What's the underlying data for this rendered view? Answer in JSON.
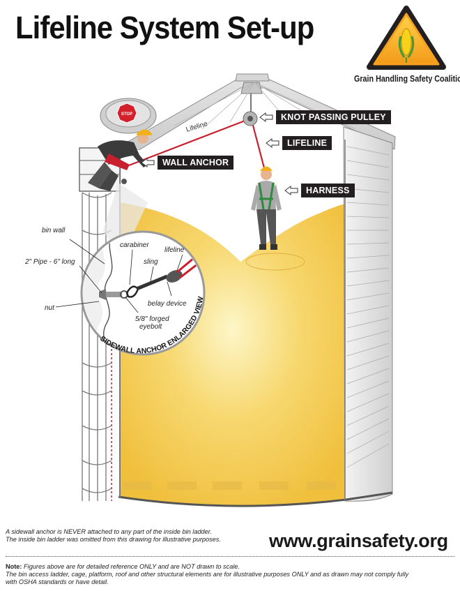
{
  "title": "Lifeline System Set-up",
  "organization": "Grain Handling Safety Coalition",
  "callouts": {
    "knot_passing_pulley": "KNOT PASSING PULLEY",
    "lifeline": "LIFELINE",
    "wall_anchor": "WALL ANCHOR",
    "harness": "HARNESS"
  },
  "rope_label": "Lifeline",
  "stop_sign": "STOP",
  "detail": {
    "title": "SIDEWALL ANCHOR ENLARGED VIEW",
    "labels": {
      "bin_wall": "bin wall",
      "pipe": "2\" Pipe - 6\" long",
      "nut": "nut",
      "carabiner": "carabiner",
      "sling": "sling",
      "lifeline": "lifeline",
      "belay_device": "belay device",
      "eyebolt_line1": "5/8\" forged",
      "eyebolt_line2": "eyebolt"
    }
  },
  "footer": {
    "line1": "A sidewall anchor is NEVER attached to any part of the inside bin ladder.",
    "line2": "The inside bin ladder was omitted from this drawing for illustrative purposes.",
    "website": "www.grainsafety.org",
    "note_label": "Note:",
    "note_line1": " Figures above are for detailed reference ONLY and are NOT drawn to scale.",
    "note_line2": "The bin access ladder, cage, platform, roof and other structural elements are for illustrative purposes ONLY and as drawn may not comply fully",
    "note_line3": "with OSHA standards or have detail."
  },
  "colors": {
    "grain": "#f3c64a",
    "grain_highlight": "#fdf6c8",
    "lifeline": "#c8202f",
    "label_bg": "#231f20",
    "logo_orange": "#f6a21e",
    "harness_green": "#2e8b3e"
  },
  "icons": [
    "warning-triangle-logo",
    "corn-ear-icon",
    "callout-arrow-icon",
    "stop-sign-icon"
  ]
}
